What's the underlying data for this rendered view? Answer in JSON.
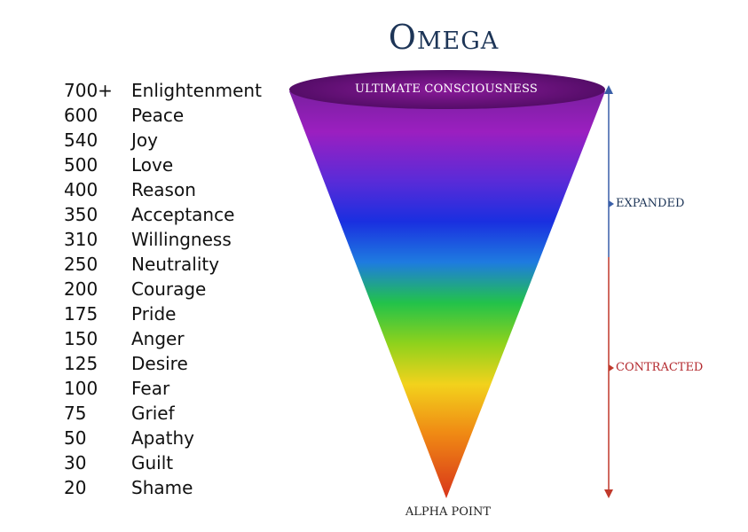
{
  "title": "Omega",
  "top_label": "ULTIMATE CONSCIOUSNESS",
  "bottom_label": "ALPHA POINT",
  "expanded_label": "EXPANDED",
  "contracted_label": "CONTRACTED",
  "colors": {
    "title": "#1d3557",
    "expanded": "#3a5fa8",
    "contracted": "#c0392b",
    "funnel_gradient": [
      "#7a1fa0",
      "#9b1fc0",
      "#5a2bd8",
      "#1a2fe0",
      "#1e7be0",
      "#22c24a",
      "#8fd21c",
      "#f2d21c",
      "#f08a14",
      "#d8341a"
    ]
  },
  "levels": [
    {
      "value": "700+",
      "label": "Enlightenment"
    },
    {
      "value": "600",
      "label": "Peace"
    },
    {
      "value": "540",
      "label": "Joy"
    },
    {
      "value": "500",
      "label": "Love"
    },
    {
      "value": "400",
      "label": "Reason"
    },
    {
      "value": "350",
      "label": "Acceptance"
    },
    {
      "value": "310",
      "label": "Willingness"
    },
    {
      "value": "250",
      "label": "Neutrality"
    },
    {
      "value": "200",
      "label": "Courage"
    },
    {
      "value": "175",
      "label": "Pride"
    },
    {
      "value": "150",
      "label": "Anger"
    },
    {
      "value": "125",
      "label": "Desire"
    },
    {
      "value": "100",
      "label": "Fear"
    },
    {
      "value": "75",
      "label": "Grief"
    },
    {
      "value": "50",
      "label": "Apathy"
    },
    {
      "value": "30",
      "label": "Guilt"
    },
    {
      "value": "20",
      "label": "Shame"
    }
  ]
}
